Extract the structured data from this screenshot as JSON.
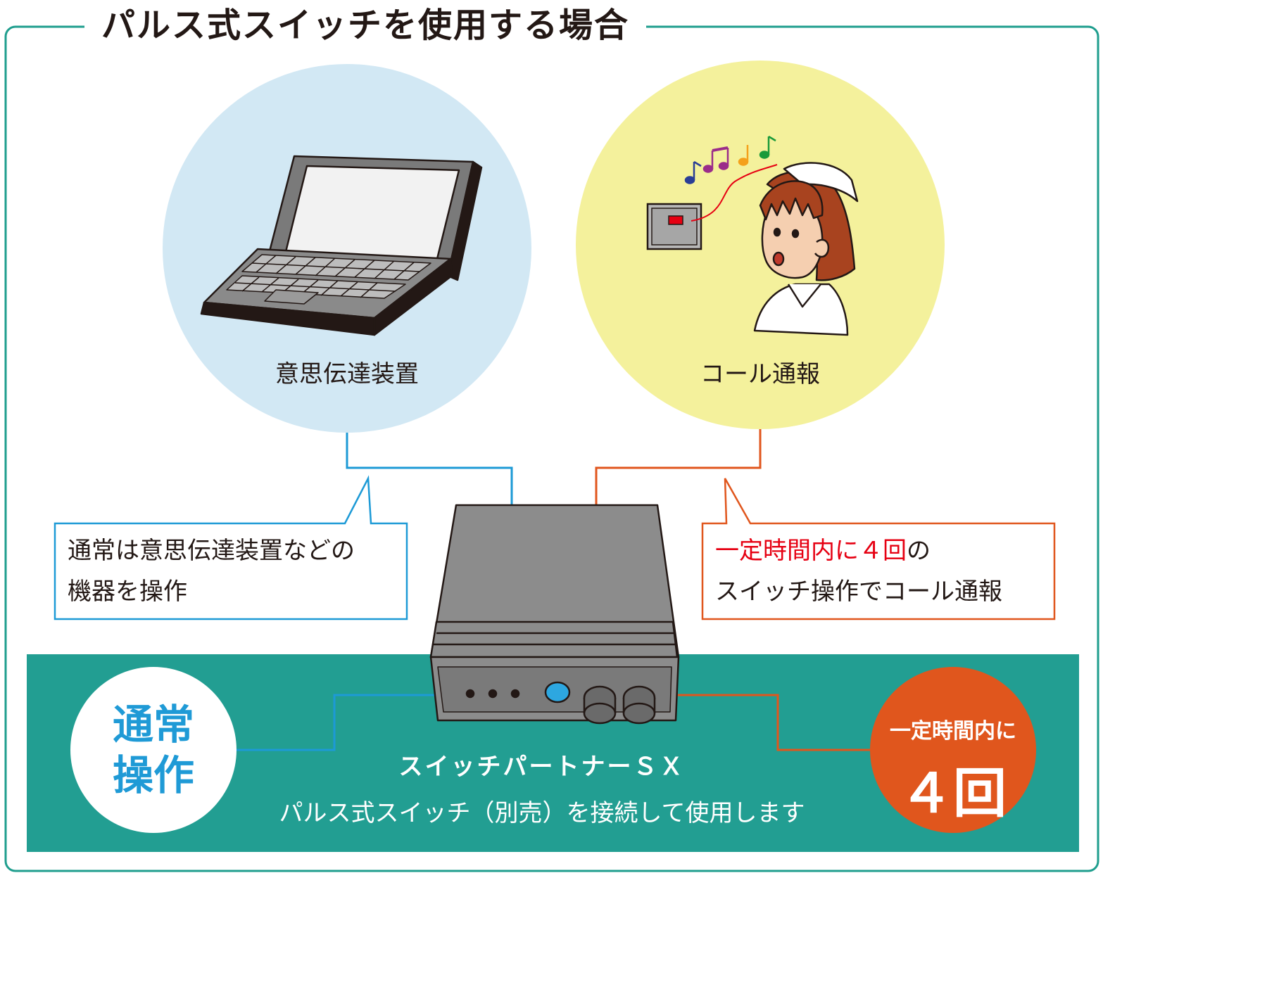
{
  "title": "パルス式スイッチを使用する場合",
  "devices": {
    "left_label": "意思伝達装置",
    "right_label": "コール通報"
  },
  "callouts": {
    "left_line1": "通常は意思伝達装置などの",
    "left_line2": "機器を操作",
    "right_line1_red": "一定時間内に４回",
    "right_line1_rest": "の",
    "right_line2": "スイッチ操作でコール通報"
  },
  "bottom": {
    "normal_op": [
      "通常",
      "操作"
    ],
    "device_name": "スイッチパートナーＳＸ",
    "device_desc": "パルス式スイッチ（別売）を接続して使用します",
    "count_label": "一定時間内に",
    "count_value": "４回"
  },
  "colors": {
    "frame": "#1f9e8e",
    "band": "#229e92",
    "left_circle": "#d2e8f4",
    "right_circle": "#f4f19c",
    "left_line": "#1d9ad6",
    "right_line": "#e0561d",
    "count_circle": "#e0561d",
    "device_body": "#8c8c8c",
    "button_blue": "#2da7e0",
    "alarm_red": "#e60012"
  }
}
